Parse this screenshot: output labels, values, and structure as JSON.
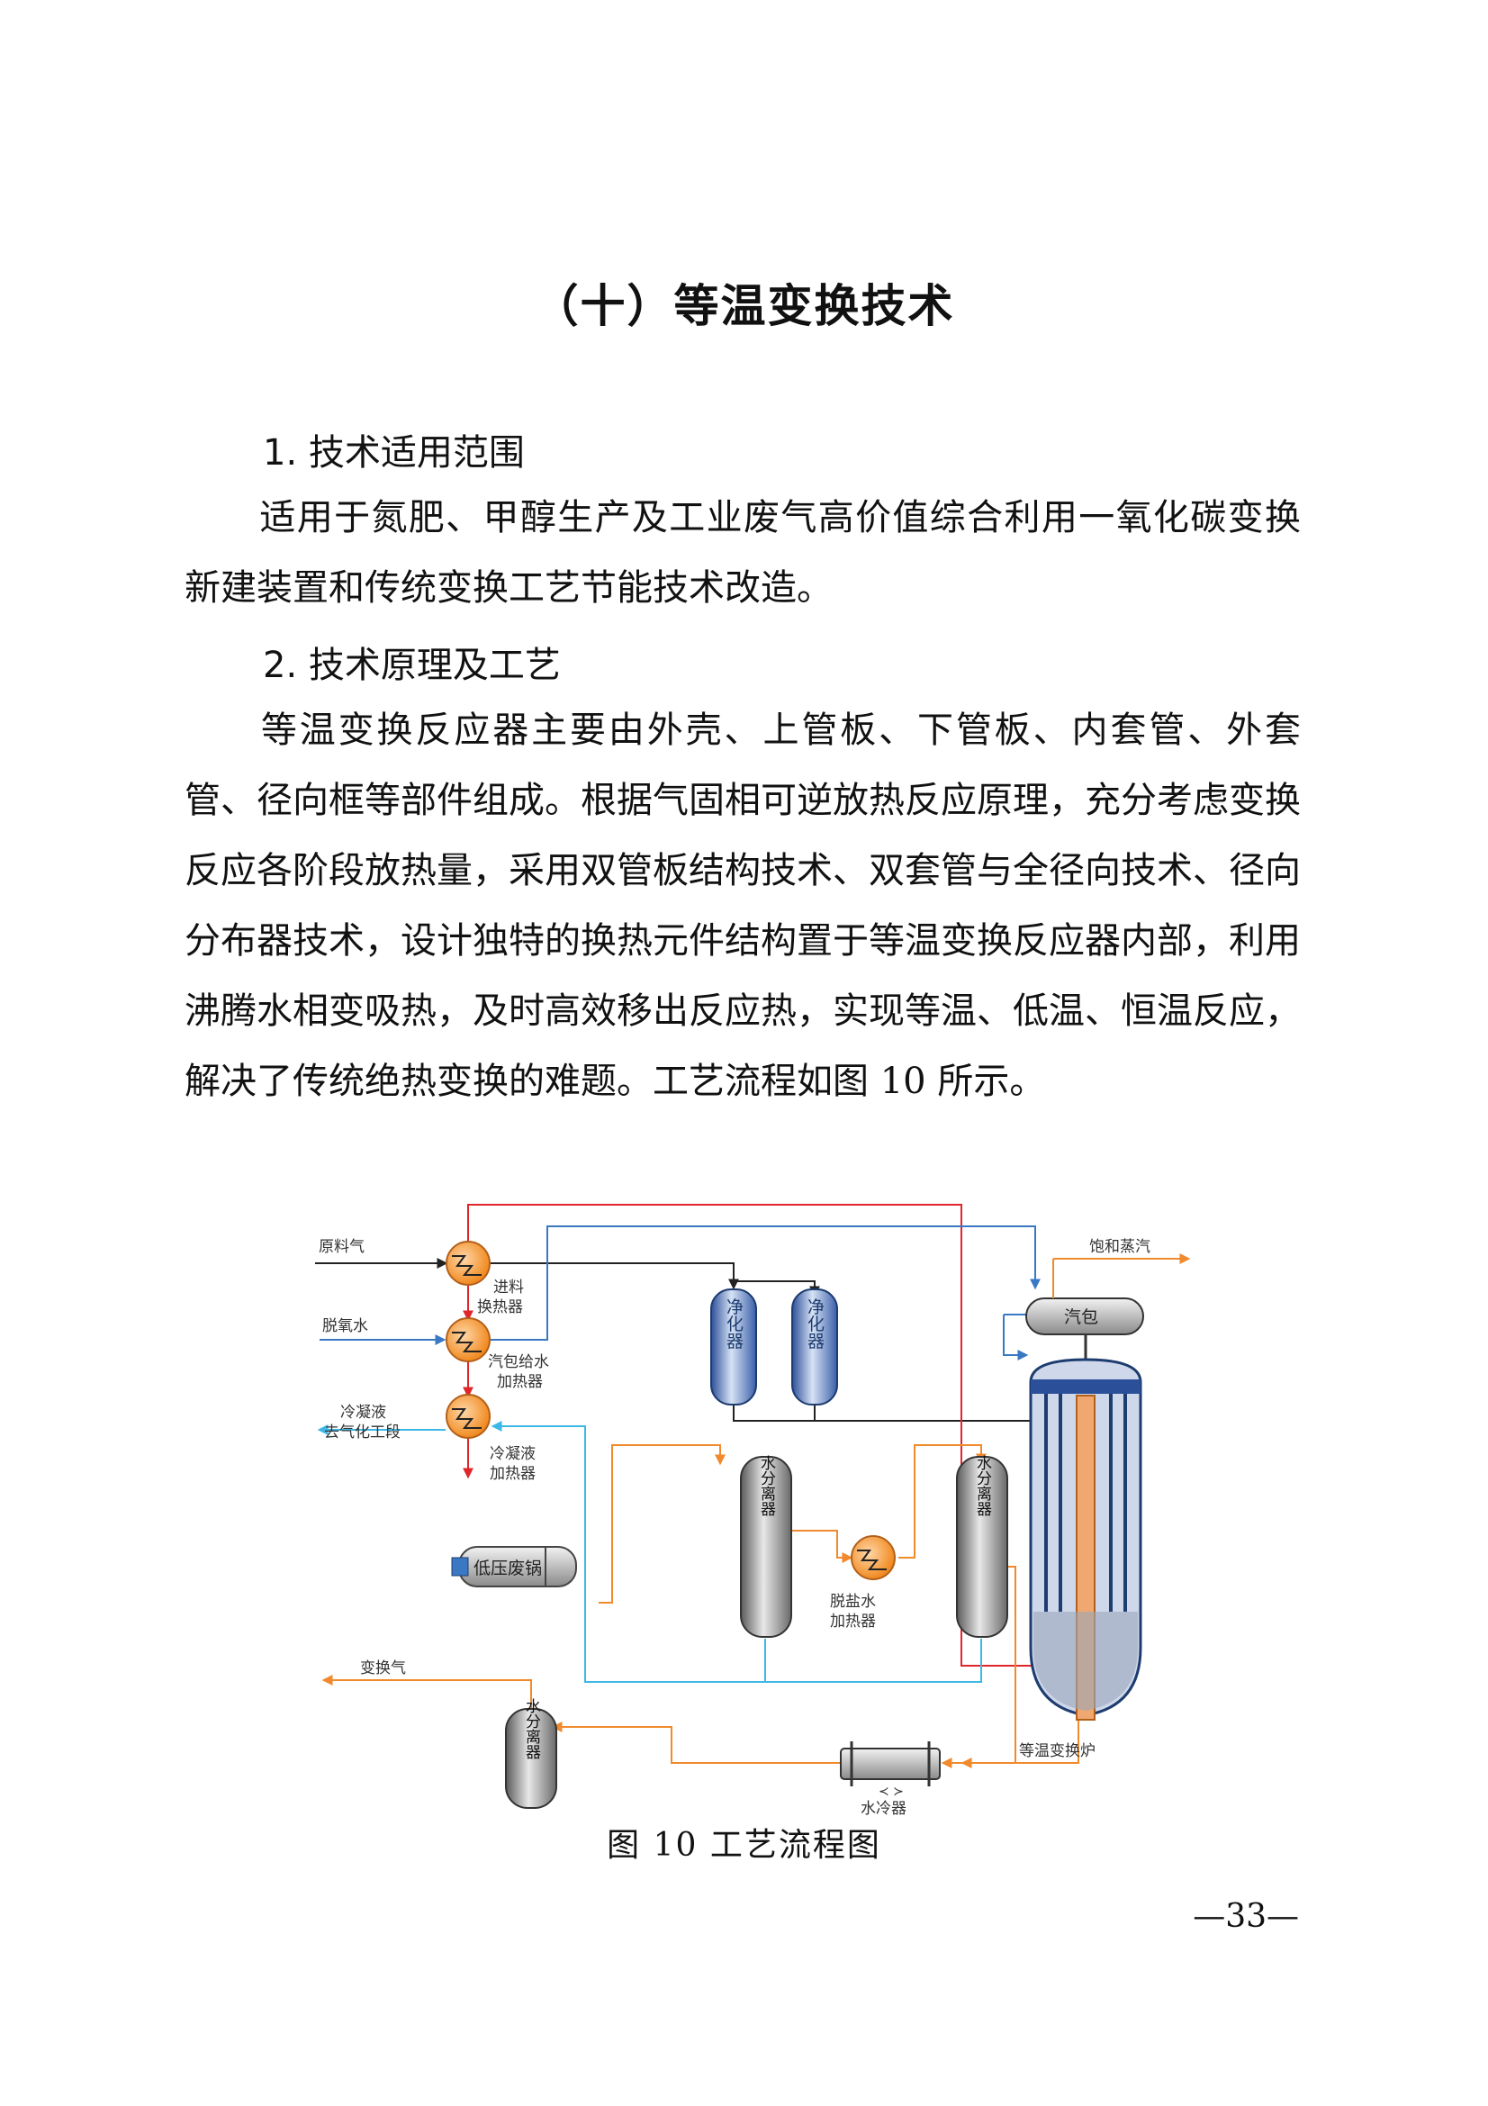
{
  "title": "（十）等温变换技术",
  "section1": {
    "heading": "1. 技术适用范围",
    "text": "适用于氮肥、甲醇生产及工业废气高价值综合利用一氧化碳变换新建装置和传统变换工艺节能技术改造。"
  },
  "section2": {
    "heading": "2. 技术原理及工艺",
    "text": "等温变换反应器主要由外壳、上管板、下管板、内套管、外套管、径向框等部件组成。根据气固相可逆放热反应原理，充分考虑变换反应各阶段放热量，采用双管板结构技术、双套管与全径向技术、径向分布器技术，设计独特的换热元件结构置于等温变换反应器内部，利用沸腾水相变吸热，及时高效移出反应热，实现等温、低温、恒温反应，解决了传统绝热变换的难题。工艺流程如图 10 所示。"
  },
  "figure": {
    "labels": {
      "feed_gas": "原料气",
      "feed_exchanger_1": "进料",
      "feed_exchanger_2": "换热器",
      "deaerated_water": "脱氧水",
      "drum_water_heater_1": "汽包给水",
      "drum_water_heater_2": "加热器",
      "condensate_1": "冷凝液",
      "condensate_2": "去气化工段",
      "condensate_heater_1": "冷凝液",
      "condensate_heater_2": "加热器",
      "low_pressure_boiler": "低压废锅",
      "shifted_gas": "变换气",
      "purifier_1": "净化器",
      "purifier_2": "净化器",
      "water_separator_1": "水分离器",
      "water_separator_2": "水分离器",
      "water_separator_3": "水分离器",
      "desalted_water_heater_1": "脱盐水",
      "desalted_water_heater_2": "加热器",
      "water_cooler": "水冷器",
      "saturated_steam": "饱和蒸汽",
      "steam_drum": "汽包",
      "isothermal_converter": "等温变换炉"
    },
    "colors": {
      "red_line": "#e0262b",
      "blue_line": "#3a78c4",
      "cyan_line": "#3db8e6",
      "orange_line": "#f08a2c",
      "black_line": "#222222"
    },
    "caption": "图 10  工艺流程图"
  },
  "page_number": "—33—"
}
